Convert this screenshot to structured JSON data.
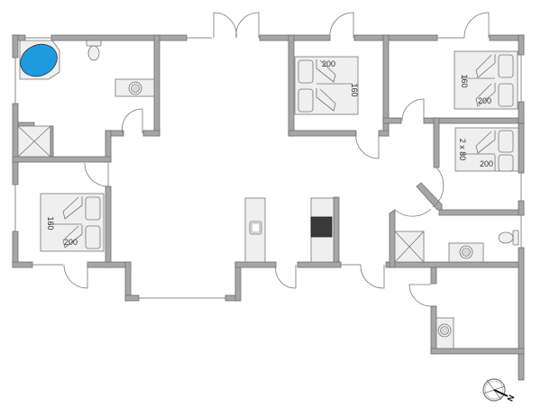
{
  "diagram": {
    "type": "floor-plan",
    "colors": {
      "wall": "#a6a6a6",
      "wall_edge": "#6e6e6e",
      "tub_water": "#1e9be0",
      "hob": "#3a3a3a",
      "background": "#ffffff"
    },
    "rooms": [
      {
        "id": "bathroom-spa",
        "label": "Bathroom with whirlpool, toilet, sink and shower"
      },
      {
        "id": "living-kitchen",
        "label": "Open living / kitchen area"
      },
      {
        "id": "bedroom-1",
        "label": "Bedroom (top center)"
      },
      {
        "id": "bedroom-2",
        "label": "Bedroom (top right)"
      },
      {
        "id": "bedroom-3",
        "label": "Bedroom (right, twin beds)"
      },
      {
        "id": "bedroom-4",
        "label": "Bedroom (left)"
      },
      {
        "id": "bathroom-2",
        "label": "Bathroom (shower, sink, toilet)"
      },
      {
        "id": "utility",
        "label": "Utility room"
      }
    ],
    "beds": {
      "bedroom_1": {
        "length": "200",
        "width": "160"
      },
      "bedroom_2": {
        "length": "200",
        "width": "160"
      },
      "bedroom_3": {
        "length": "200",
        "width": "2 x 80"
      },
      "bedroom_4": {
        "length": "200",
        "width": "160"
      }
    },
    "compass": {
      "label": "N"
    }
  }
}
